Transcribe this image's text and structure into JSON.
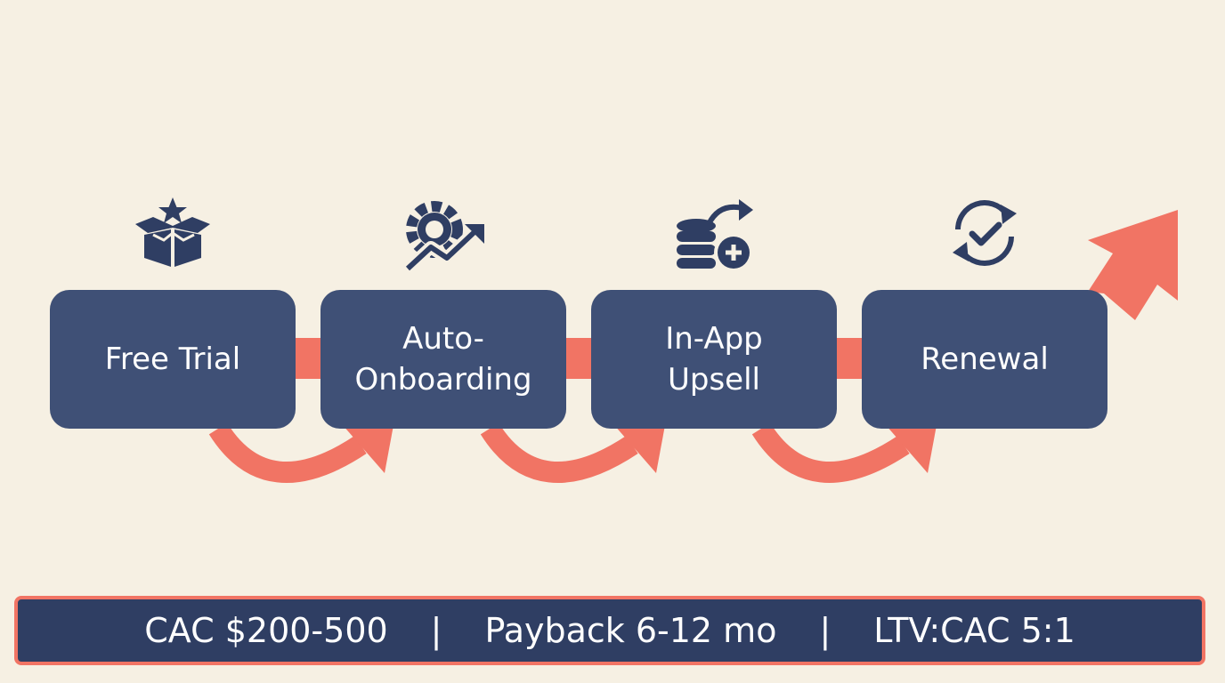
{
  "steps": [
    {
      "label": "Free Trial",
      "icon": "box-star-icon"
    },
    {
      "label": "Auto-\nOnboarding",
      "icon": "gear-growth-icon"
    },
    {
      "label": "In-App\nUpsell",
      "icon": "coins-plus-icon"
    },
    {
      "label": "Renewal",
      "icon": "refresh-check-icon"
    }
  ],
  "metrics": [
    {
      "text": "CAC $200-500"
    },
    {
      "text": "Payback 6-12 mo"
    },
    {
      "text": "LTV:CAC 5:1"
    }
  ],
  "separator": "|",
  "colors": {
    "background": "#f6f0e3",
    "node": "#3f5076",
    "accent": "#f17464",
    "metrics_bar": "#2f3e63"
  }
}
